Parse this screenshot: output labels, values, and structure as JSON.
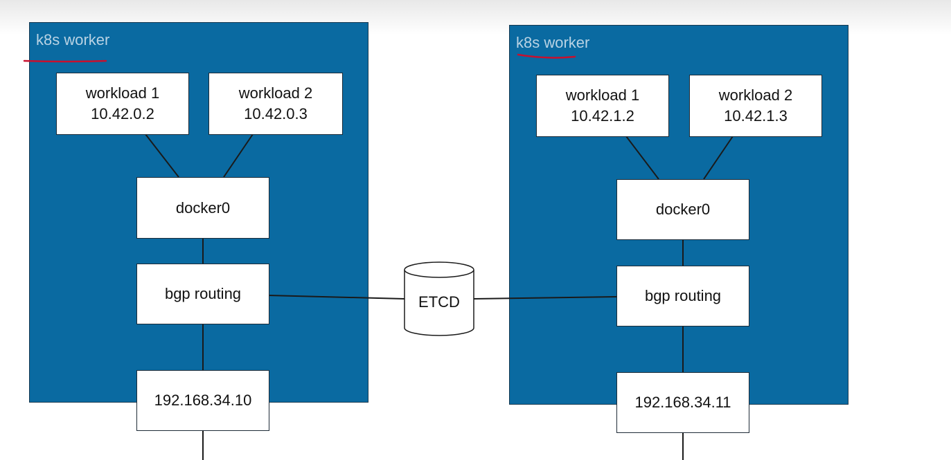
{
  "workers": [
    {
      "title": "k8s worker",
      "workload1": {
        "name": "workload 1",
        "ip": "10.42.0.2"
      },
      "workload2": {
        "name": "workload 2",
        "ip": "10.42.0.3"
      },
      "bridge": "docker0",
      "routing": "bgp routing",
      "host_ip": "192.168.34.10"
    },
    {
      "title": "k8s worker",
      "workload1": {
        "name": "workload 1",
        "ip": "10.42.1.2"
      },
      "workload2": {
        "name": "workload 2",
        "ip": "10.42.1.3"
      },
      "bridge": "docker0",
      "routing": "bgp routing",
      "host_ip": "192.168.34.11"
    }
  ],
  "etcd": {
    "label": "ETCD"
  },
  "colors": {
    "worker_fill": "#0a6aa1",
    "annotation_red": "#c8102e"
  }
}
